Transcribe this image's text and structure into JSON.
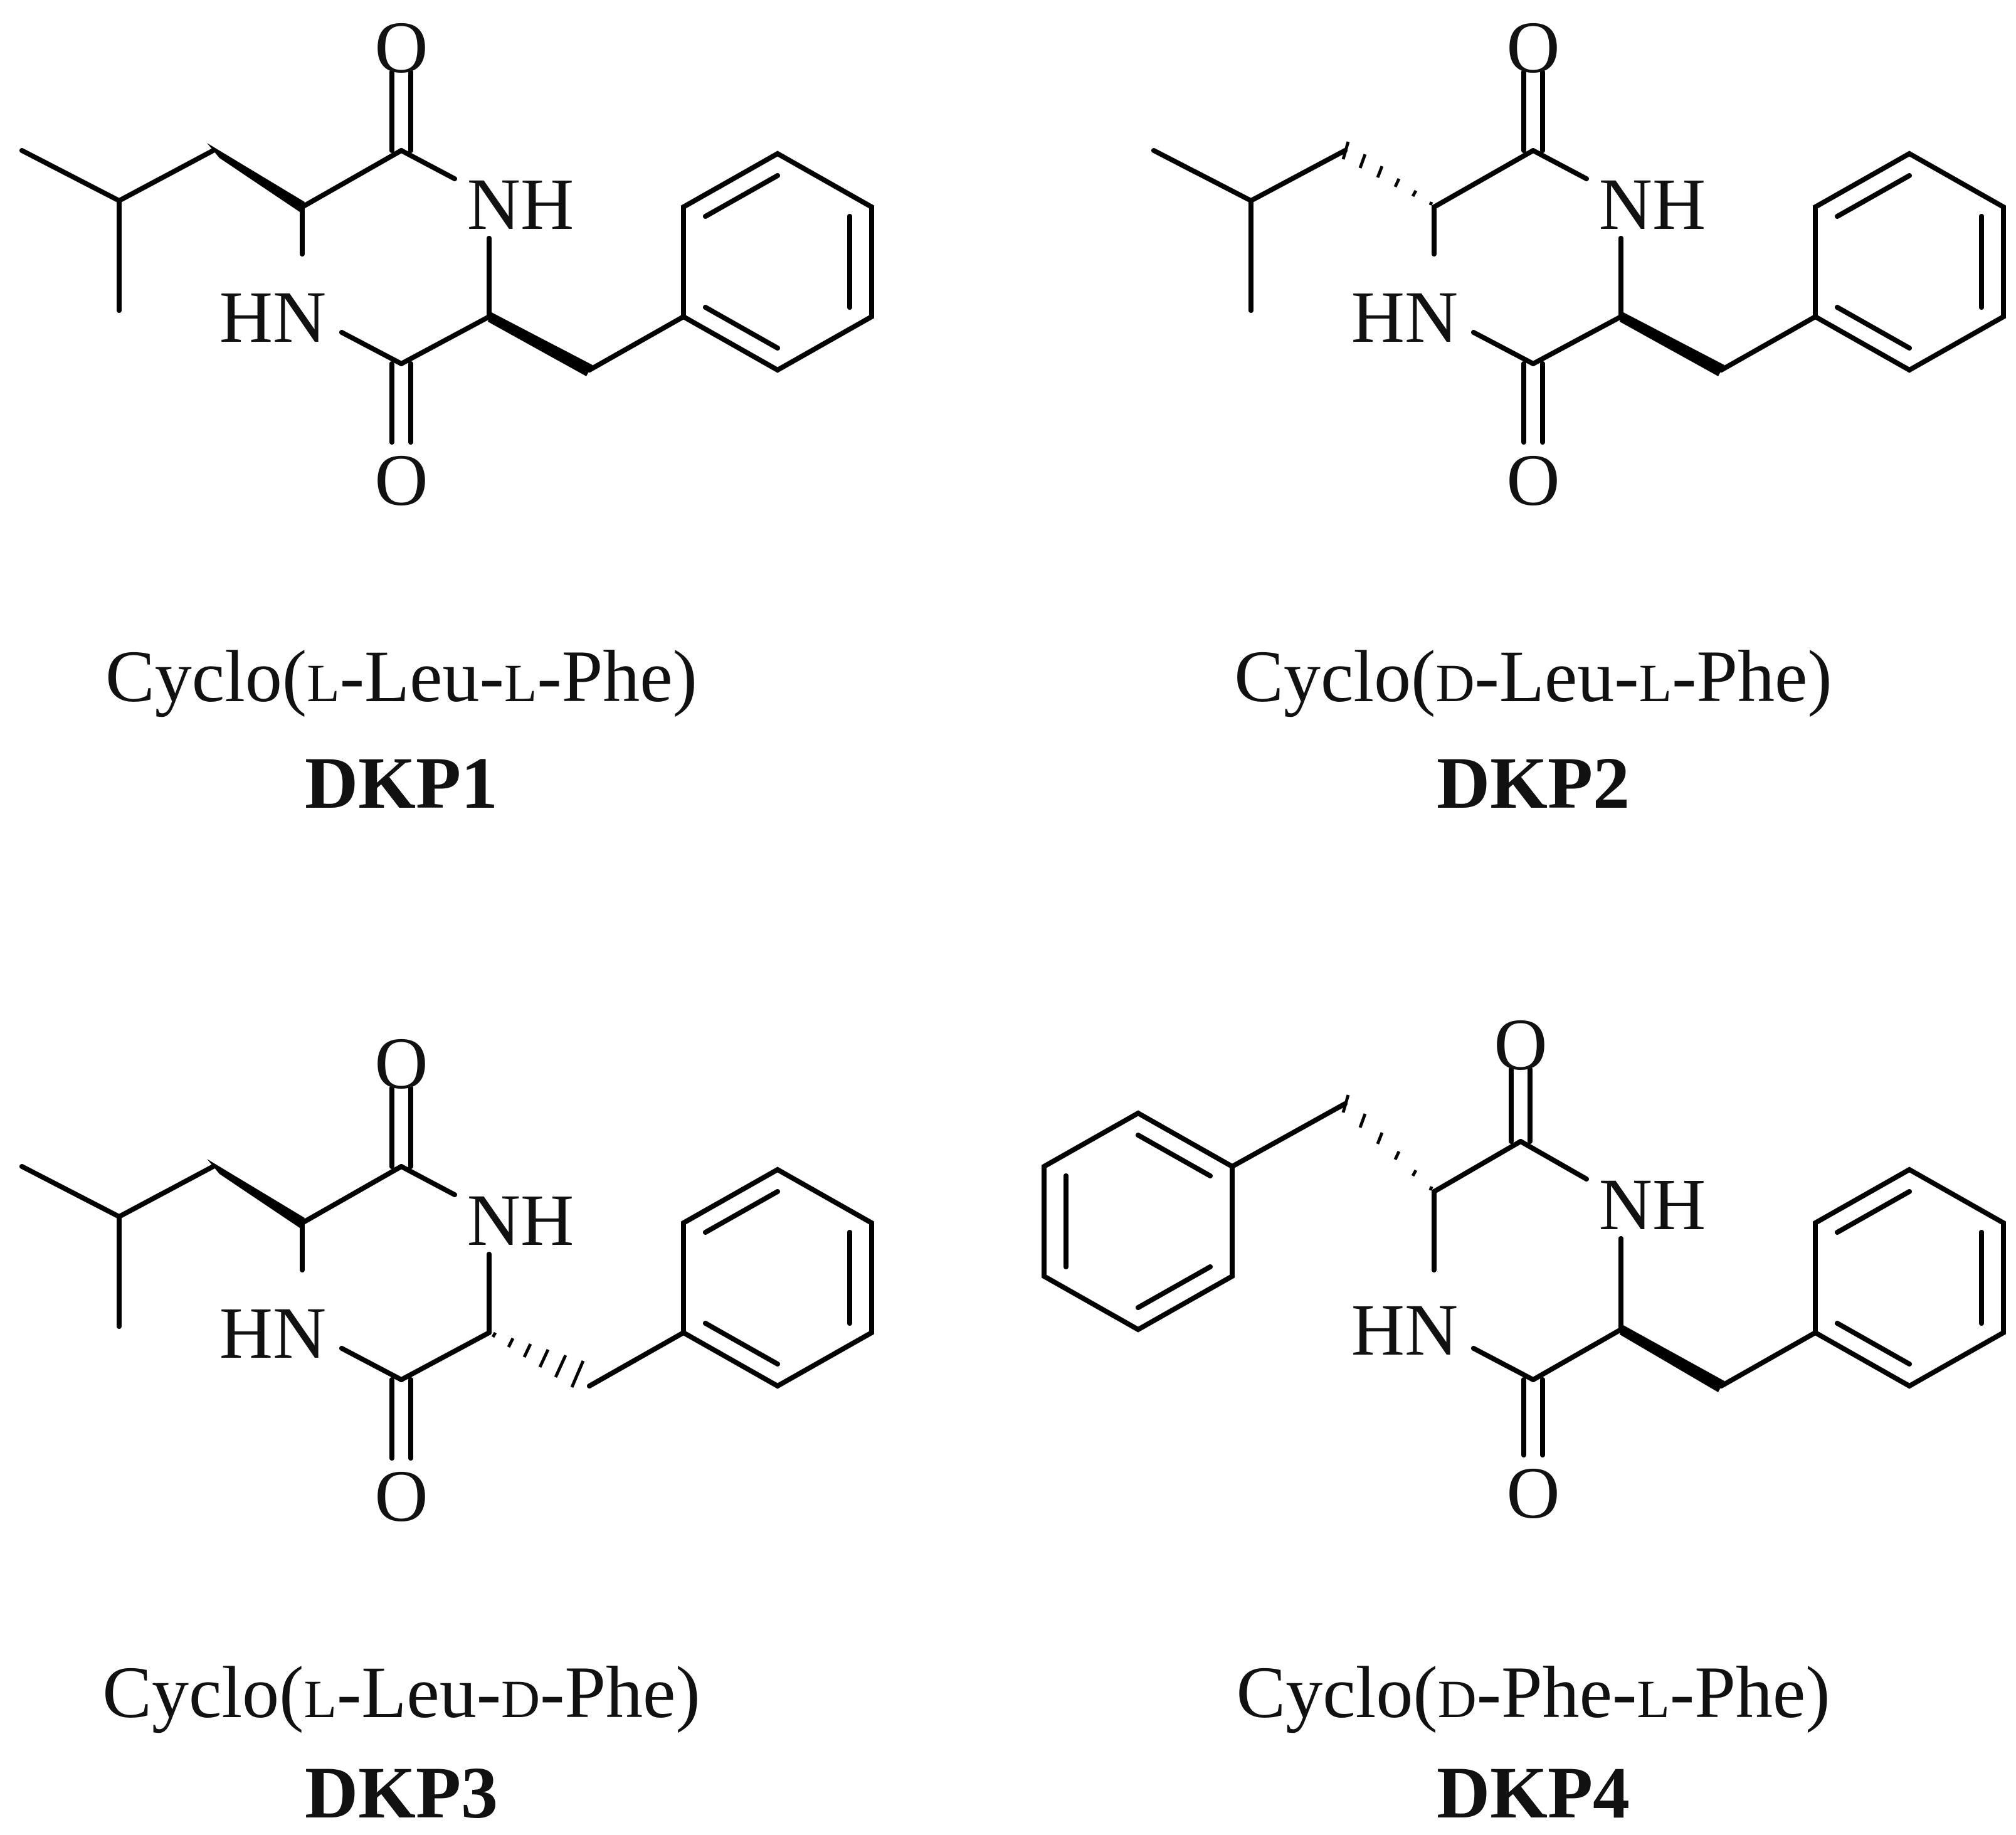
{
  "compounds": [
    {
      "id": "DKP1",
      "name_parts": [
        "Cyclo(",
        "L",
        "-Leu-",
        "L",
        "-Phe)"
      ],
      "label": "DKP1",
      "atoms": {
        "o_top": "O",
        "nh": "NH",
        "hn": "HN",
        "o_bottom": "O"
      }
    },
    {
      "id": "DKP2",
      "name_parts": [
        "Cyclo(",
        "D",
        "-Leu-",
        "L",
        "-Phe)"
      ],
      "label": "DKP2",
      "atoms": {
        "o_top": "O",
        "nh": "NH",
        "hn": "HN",
        "o_bottom": "O"
      }
    },
    {
      "id": "DKP3",
      "name_parts": [
        "Cyclo(",
        "L",
        "-Leu-",
        "D",
        "-Phe)"
      ],
      "label": "DKP3",
      "atoms": {
        "o_top": "O",
        "nh": "NH",
        "hn": "HN",
        "o_bottom": "O"
      }
    },
    {
      "id": "DKP4",
      "name_parts": [
        "Cyclo(",
        "D",
        "-Phe-",
        "L",
        "-Phe)"
      ],
      "label": "DKP4",
      "atoms": {
        "o_top": "O",
        "nh": "NH",
        "hn": "HN",
        "o_bottom": "O"
      }
    }
  ]
}
